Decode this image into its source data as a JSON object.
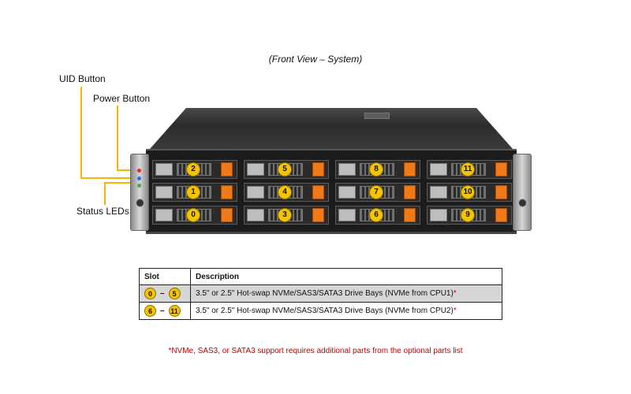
{
  "caption": "(Front View – System)",
  "callouts": {
    "uid_button": "UID Button",
    "power_button": "Power Button",
    "status_leds": "Status LEDs"
  },
  "drive_bays": {
    "column_0": [
      "2",
      "1",
      "0"
    ],
    "column_1": [
      "5",
      "4",
      "3"
    ],
    "column_2": [
      "8",
      "7",
      "6"
    ],
    "column_3": [
      "11",
      "10",
      "9"
    ]
  },
  "table": {
    "headers": [
      "Slot",
      "Description"
    ],
    "rows": [
      {
        "slot_from": "0",
        "slot_to": "5",
        "dash": "–",
        "description": "3.5\" or 2.5\" Hot-swap NVMe/SAS3/SATA3 Drive  Bays (NVMe from CPU1)",
        "mark": "*"
      },
      {
        "slot_from": "6",
        "slot_to": "11",
        "dash": "–",
        "description": "3.5\" or 2.5\" Hot-swap NVMe/SAS3/SATA3 Drive  Bays (NVMe from CPU2)",
        "mark": "*"
      }
    ]
  },
  "footnote": "*NVMe, SAS3, or SATA3 support requires  additional parts from the optional parts list",
  "colors": {
    "callout_line": "#f2b705",
    "drive_badge": "#f5c400",
    "release_tab": "#f07a1a",
    "footnote": "#c00000"
  }
}
